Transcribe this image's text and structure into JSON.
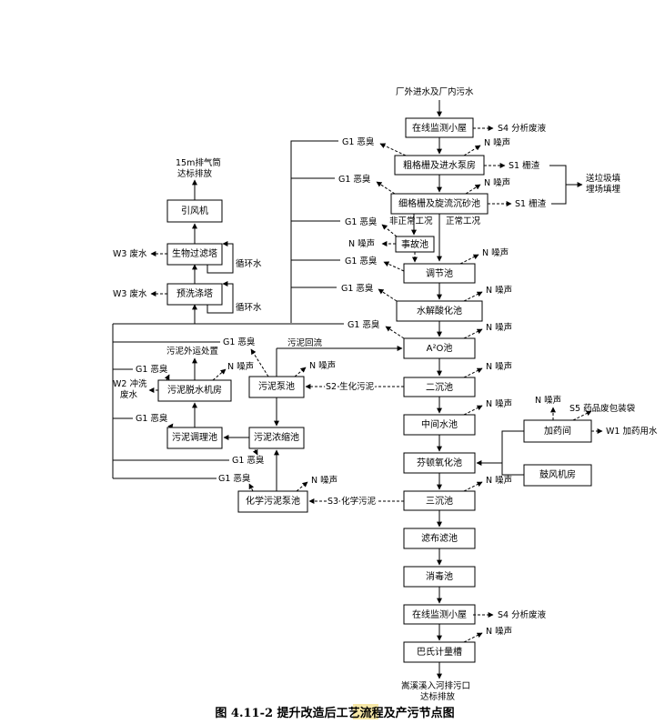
{
  "source": "厂外进水及厂内污水",
  "outlet_line1": "嵩溪溪入河排污口",
  "outlet_line2": "达标排放",
  "caption": {
    "prefix": "图 4.11-2 提升改造后",
    "highlight": "工艺",
    "suffix": "流程及产污节点图"
  },
  "main_units": {
    "monitor_top": "在线监测小屋",
    "coarse_screen": "粗格栅及进水泵房",
    "fine_screen": "细格栅及旋流沉砂池",
    "accident": "事故池",
    "regulating": "调节池",
    "hydrolysis": "水解酸化池",
    "ao": "A²O池",
    "secondary": "二沉池",
    "intermediate": "中间水池",
    "fenton": "芬顿氧化池",
    "tertiary": "三沉池",
    "cloth_filter": "滤布滤池",
    "disinfection": "消毒池",
    "monitor_bottom": "在线监测小屋",
    "parshall": "巴氏计量槽"
  },
  "side_units": {
    "dosing": "加药间",
    "blower": "鼓风机房",
    "fan": "引风机",
    "bio_filter": "生物过滤塔",
    "prewash": "预洗涤塔",
    "sludge_pump": "污泥泵池",
    "sludge_thickener": "污泥浓缩池",
    "chem_sludge_pump": "化学污泥泵池",
    "dewatering": "污泥脱水机房",
    "conditioning": "污泥调理池"
  },
  "labels": {
    "s4": "S4 分析废液",
    "s1": "S1 栅渣",
    "landfill_line1": "送垃圾填",
    "landfill_line2": "埋场填埋",
    "noise": "N 噪声",
    "g1": "G1 恶臭",
    "abnormal": "非正常工况",
    "normal": "正常工况",
    "s2": "S2 生化污泥",
    "s3": "S3 化学污泥",
    "s5": "S5 药品废包装袋",
    "w1": "W1 加药用水",
    "stack_line1": "15m排气筒",
    "stack_line2": "达标排放",
    "w3": "W3 废水",
    "recirc": "循环水",
    "sludge_return": "污泥回流",
    "sludge_out": "污泥外运处置",
    "w2_line1": "W2 冲洗",
    "w2_line2": "废水"
  }
}
